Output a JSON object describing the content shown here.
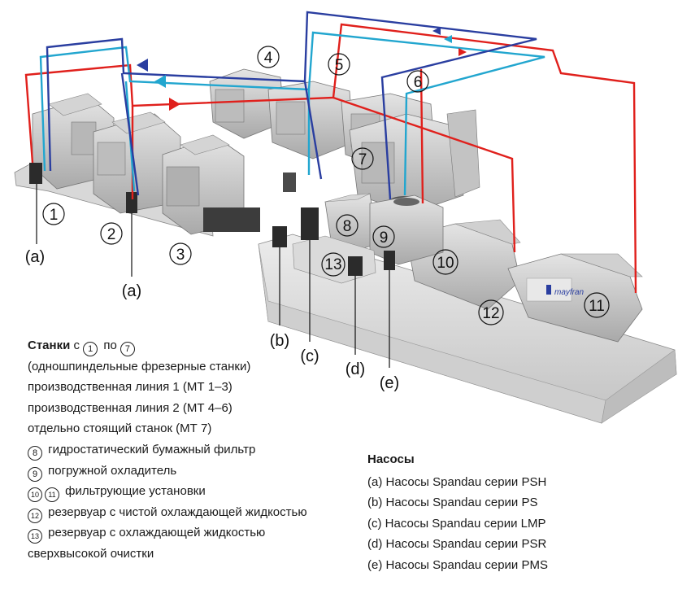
{
  "labels": {
    "machines": [
      "1",
      "2",
      "3",
      "4",
      "5",
      "6",
      "7"
    ],
    "units": [
      "8",
      "9",
      "10",
      "11",
      "12",
      "13"
    ],
    "pump_letters": [
      "(a)",
      "(a)",
      "(b)",
      "(c)",
      "(d)",
      "(e)"
    ]
  },
  "logo_text": "mayfran",
  "legend_left": {
    "title_bold": "Станки",
    "title_mid": "с",
    "title_from": "1",
    "title_to_word": "по",
    "title_to": "7",
    "lines": [
      "(одношпиндельные фрезерные станки)",
      "производственная линия 1 (МТ 1–3)",
      "производственная линия 2 (МТ 4–6)",
      "отдельно стоящий станок (МТ 7)"
    ],
    "items": [
      {
        "nums": [
          "8"
        ],
        "text": "гидростатический бумажный фильтр"
      },
      {
        "nums": [
          "9"
        ],
        "text": "погружной охладитель"
      },
      {
        "nums": [
          "10",
          "11"
        ],
        "text": "фильтрующие установки"
      },
      {
        "nums": [
          "12"
        ],
        "text": "резервуар с чистой охлаждающей жидкостью"
      },
      {
        "nums": [
          "13"
        ],
        "text": "резервуар с охлаждающей жидкостью"
      }
    ],
    "last_line": "сверхвысокой очистки"
  },
  "legend_right": {
    "title": "Насосы",
    "items": [
      "(a)  Насосы Spandau серии PSH",
      "(b)  Насосы Spandau серии PS",
      "(c)  Насосы Spandau серии LMP",
      "(d)  Насосы Spandau серии PSR",
      "(e)  Насосы Spandau серии PMS"
    ]
  },
  "colors": {
    "red_pipe": "#e0201c",
    "blue_pipe": "#2a3ea0",
    "cyan_pipe": "#22a6cf",
    "machine": "#c9c9c9",
    "tank": "#dcdcdc"
  }
}
